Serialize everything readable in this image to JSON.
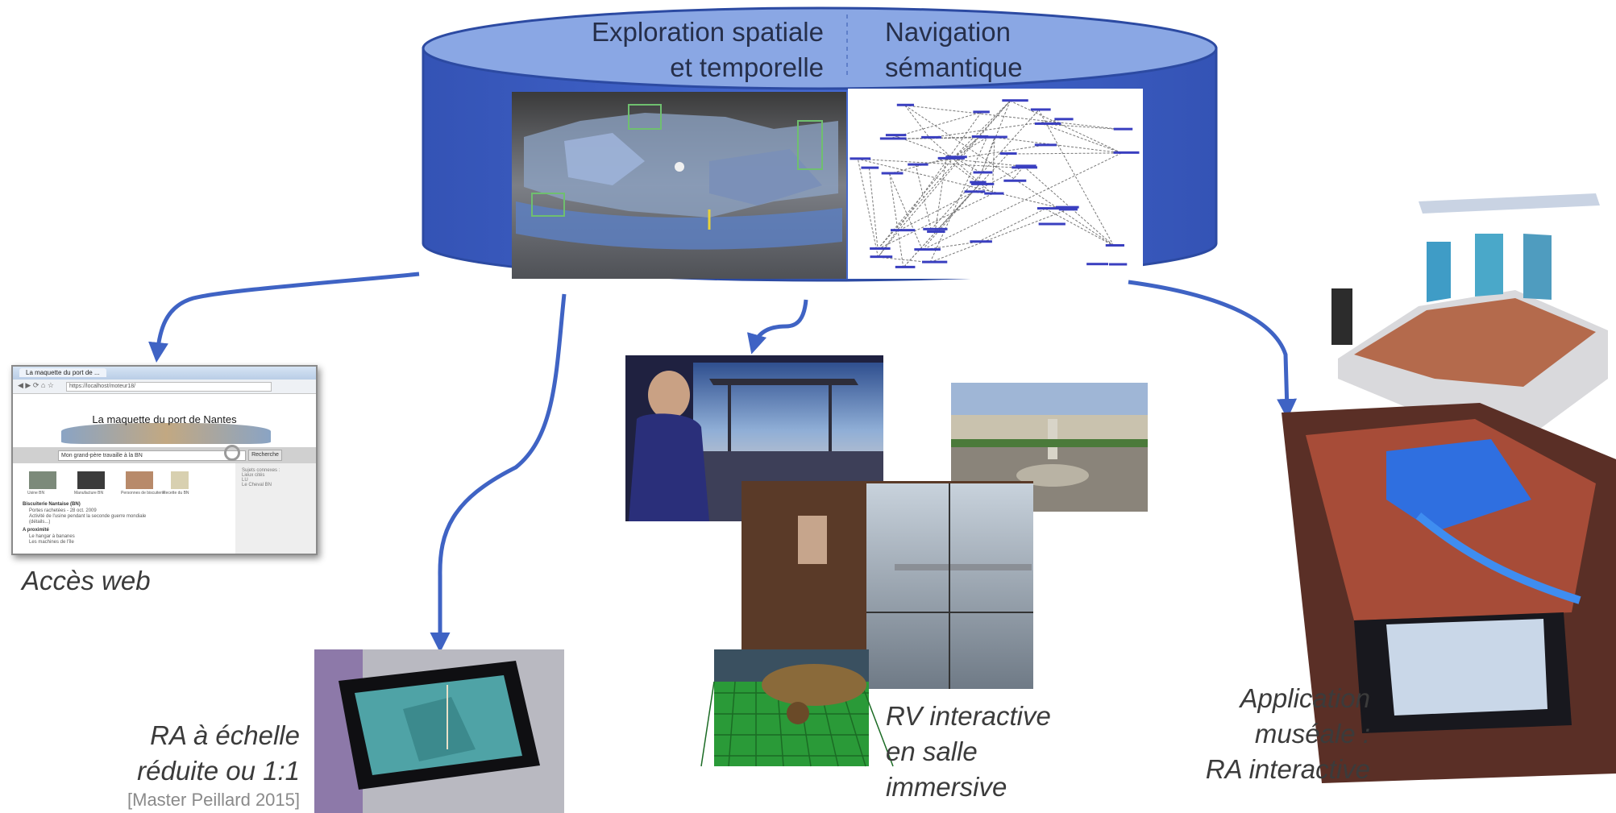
{
  "cylinder": {
    "left_caption": [
      "Exploration spatiale",
      "et temporelle"
    ],
    "right_caption": [
      "Navigation",
      "sémantique"
    ]
  },
  "web": {
    "tab_label": "La maquette du port de ...",
    "url": "https://localhost/moteur18/",
    "page_title": "La maquette du port de Nantes",
    "search_value": "Mon grand-père travaille à la BN",
    "search_button": "Recherche",
    "sidebar_heading": "Sujets connexes :",
    "sidebar_items": [
      "Lieux cités",
      "LU",
      "Le Cheval BN"
    ],
    "result_heading": "Biscuiterie Nantaise (BN)",
    "result_lines": [
      "Portes rachetées - 28 oct. 2009",
      "Activité de l'usine pendant la seconde guerre mondiale",
      "(détails...)"
    ],
    "proximity_heading": "A proximité",
    "proximity_items": [
      "Le hangar à bananes",
      "Les machines de l'île"
    ],
    "thumb_captions": [
      "Usine BN",
      "Manufacture BN",
      "Personnes de biscuiterie",
      "Recette du BN"
    ],
    "caption": "Accès web"
  },
  "ar_small": {
    "caption": [
      "RA à échelle",
      "réduite ou 1:1"
    ],
    "credit": "[Master Peillard 2015]"
  },
  "vr": {
    "caption": [
      "RV interactive",
      "en salle",
      "immersive"
    ]
  },
  "museum": {
    "caption": [
      "Application",
      "muséale :",
      "RA interactive"
    ]
  },
  "colors": {
    "cylinder_body": "#3f61c6",
    "cylinder_top": "#8aa7e4",
    "arrow": "#3f63c4"
  }
}
